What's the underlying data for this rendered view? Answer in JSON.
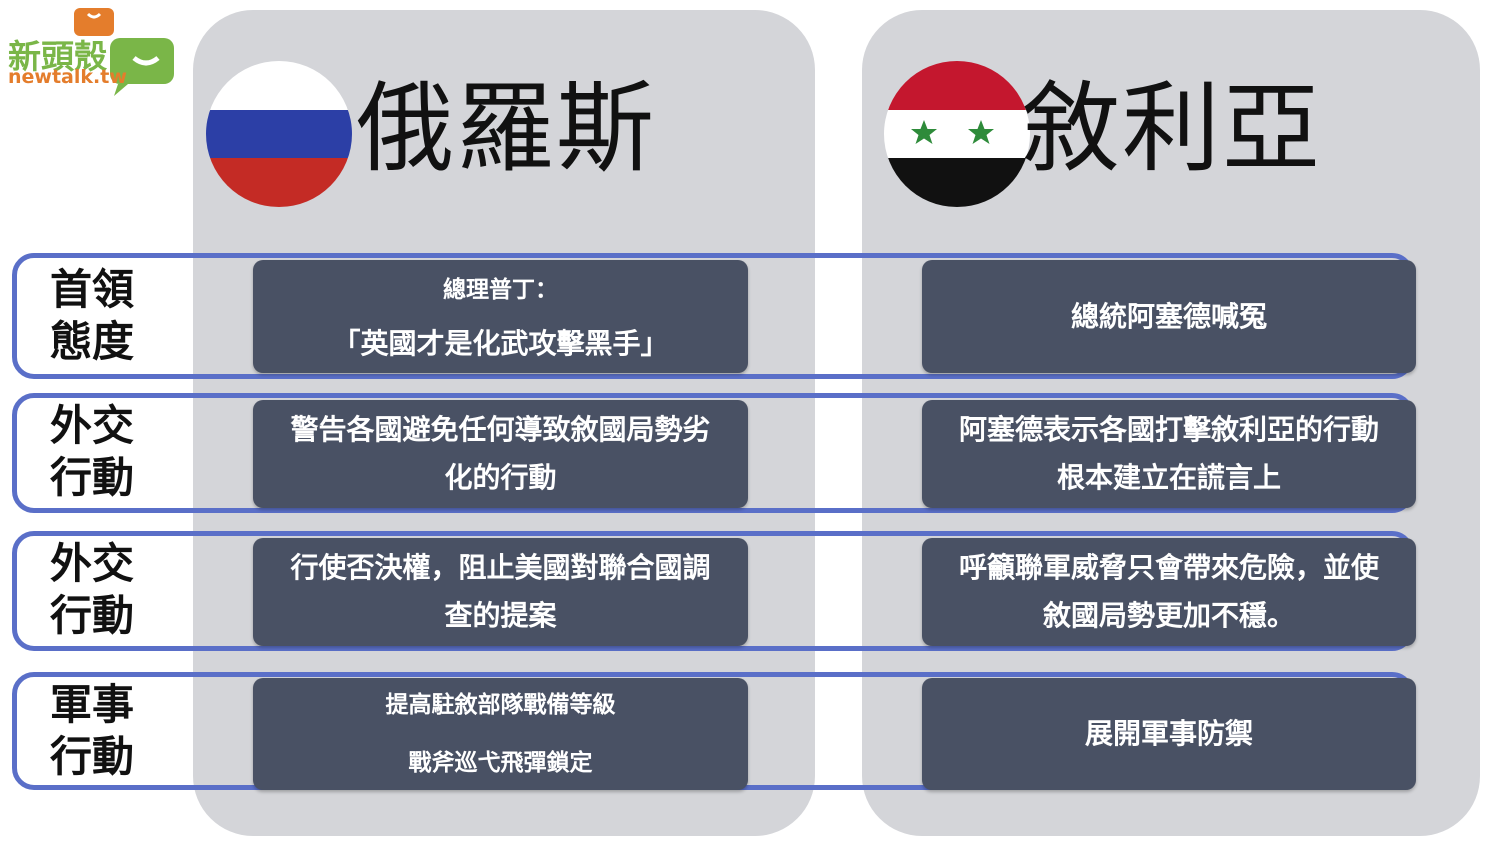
{
  "logo": {
    "name_zh": "新頭殼",
    "name_en": "newtalk.tw"
  },
  "colors": {
    "accent_frame": "#5a6fc8",
    "cell_bg": "#495164",
    "column_bg": "#d4d5d9",
    "logo_green": "#7ab648",
    "logo_orange": "#e47d2c"
  },
  "countries": {
    "russia": {
      "name": "俄羅斯",
      "flag": "russia-flag-icon"
    },
    "syria": {
      "name": "敘利亞",
      "flag": "syria-flag-icon"
    }
  },
  "rows": [
    {
      "label": [
        "首領",
        "態度"
      ],
      "russia": [
        "總理普丁：",
        "「英國才是化武攻擊黑手」"
      ],
      "syria": [
        "總統阿塞德喊冤"
      ]
    },
    {
      "label": [
        "外交",
        "行動"
      ],
      "russia": [
        "警告各國避免任何導致敘國局勢劣",
        "化的行動"
      ],
      "syria": [
        "阿塞德表示各國打擊敘利亞的行動",
        "根本建立在謊言上"
      ]
    },
    {
      "label": [
        "外交",
        "行動"
      ],
      "russia": [
        "行使否決權，阻止美國對聯合國調",
        "查的提案"
      ],
      "syria": [
        "呼籲聯軍威脅只會帶來危險，並使",
        "敘國局勢更加不穩。"
      ]
    },
    {
      "label": [
        "軍事",
        "行動"
      ],
      "russia": [
        "提高駐敘部隊戰備等級",
        "戰斧巡弋飛彈鎖定"
      ],
      "syria": [
        "展開軍事防禦"
      ]
    }
  ]
}
